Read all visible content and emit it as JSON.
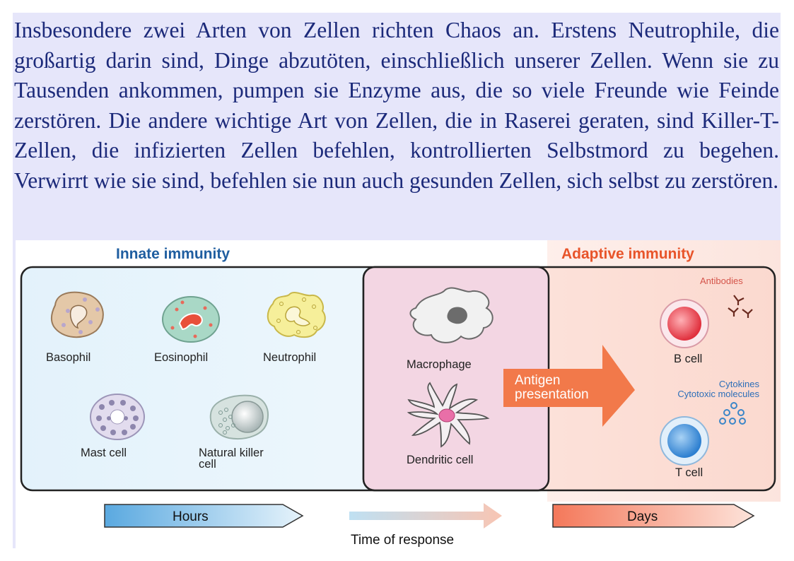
{
  "paragraph": "Insbesondere zwei Arten von Zellen richten Chaos an. Erstens Neutrophile, die großartig darin sind, Dinge abzutöten, einschließlich unserer Zellen. Wenn sie zu Tausenden ankommen, pumpen sie Enzyme aus, die so viele Freunde wie Feinde zerstören. Die andere wichtige Art von Zellen, die in Raserei geraten, sind Killer-T-Zellen, die infizierten Zellen befehlen, kontrollierten Selbstmord zu begehen. Verwirrt wie sie sind, befehlen sie nun auch gesunden Zellen, sich selbst zu zerstören.",
  "diagram": {
    "innate_title": "Innate immunity",
    "adaptive_title": "Adaptive immunity",
    "cells": {
      "basophil": "Basophil",
      "eosinophil": "Eosinophil",
      "neutrophil": "Neutrophil",
      "mast_cell": "Mast cell",
      "nk_line1": "Natural killer",
      "nk_line2": "cell",
      "macrophage": "Macrophage",
      "dendritic": "Dendritic cell",
      "b_cell": "B cell",
      "t_cell": "T cell"
    },
    "antigen_line1": "Antigen",
    "antigen_line2": "presentation",
    "antibodies": "Antibodies",
    "cytokines_line1": "Cytokines",
    "cytokines_line2": "Cytotoxic molecules",
    "hours": "Hours",
    "days": "Days",
    "time_of_response": "Time of response",
    "colors": {
      "innate_title": "#1f5ea0",
      "adaptive_title": "#e8542a",
      "arrow_orange": "#f2794a",
      "hours_blue": "#6fb6e6"
    }
  }
}
